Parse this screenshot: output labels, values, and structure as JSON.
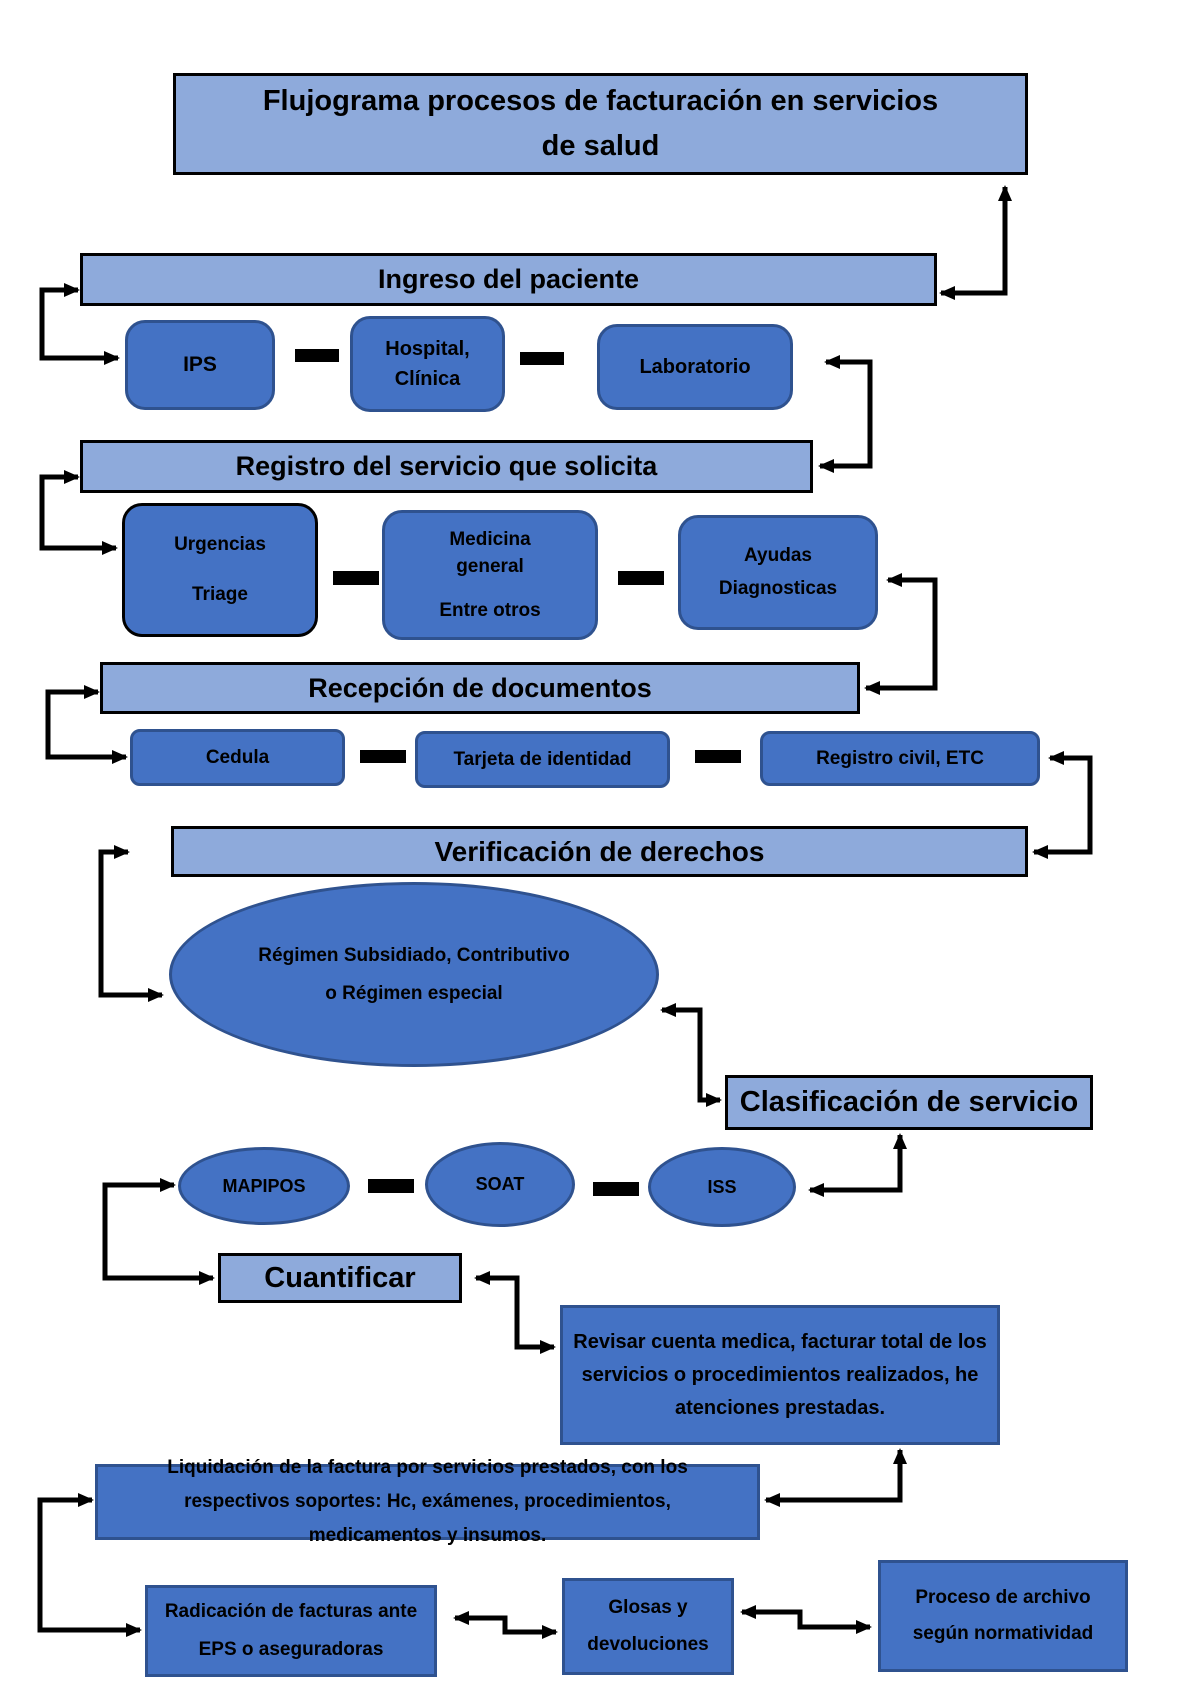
{
  "colors": {
    "banner_fill": "#8EAADB",
    "node_fill": "#4472C4",
    "node_border": "#2F528F",
    "arrow": "#000000"
  },
  "title": {
    "line1": "Flujograma procesos de facturación en servicios",
    "line2": "de salud"
  },
  "ingreso": {
    "banner": "Ingreso del paciente",
    "ips": "IPS",
    "hospital_line1": "Hospital,",
    "hospital_line2": "Clínica",
    "laboratorio": "Laboratorio"
  },
  "registro": {
    "banner": "Registro del servicio que solicita",
    "urgencias_line1": "Urgencias",
    "urgencias_line2": "Triage",
    "medicina_line1": "Medicina",
    "medicina_line2": "general",
    "medicina_line3": "Entre otros",
    "ayudas_line1": "Ayudas",
    "ayudas_line2": "Diagnosticas"
  },
  "recepcion": {
    "banner": "Recepción de documentos",
    "cedula": "Cedula",
    "tarjeta": "Tarjeta de identidad",
    "registro_civil": "Registro civil, ETC"
  },
  "verificacion": {
    "banner": "Verificación de derechos",
    "regimen_line1": "Régimen Subsidiado, Contributivo",
    "regimen_line2": "o Régimen especial"
  },
  "clasificacion": {
    "banner": "Clasificación de servicio",
    "mapipos": "MAPIPOS",
    "soat": "SOAT",
    "iss": "ISS"
  },
  "cuantificar": {
    "banner": "Cuantificar",
    "revisar": "Revisar cuenta medica, facturar total de los servicios o procedimientos realizados, he atenciones prestadas."
  },
  "liquidacion": {
    "text": "Liquidación de la factura por servicios prestados, con los respectivos soportes: Hc, exámenes, procedimientos, medicamentos y insumos."
  },
  "bottom": {
    "radicacion": "Radicación de facturas ante EPS o aseguradoras",
    "glosas": "Glosas y devoluciones",
    "proceso": "Proceso de archivo según normatividad"
  }
}
